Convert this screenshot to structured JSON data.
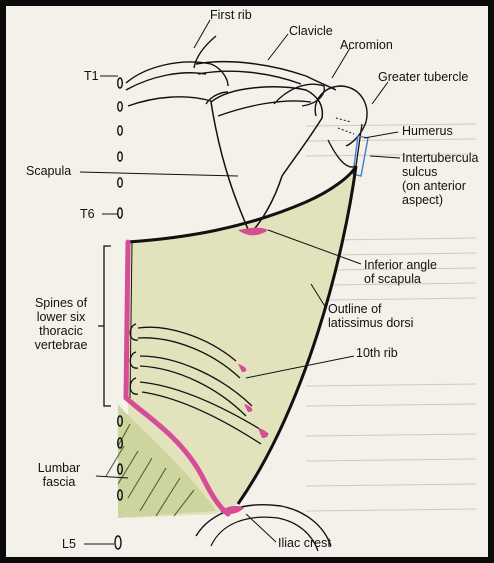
{
  "labels": {
    "first_rib": "First rib",
    "clavicle": "Clavicle",
    "acromion": "Acromion",
    "greater_tubercle": "Greater tubercle",
    "humerus": "Humerus",
    "intertubercular_sulcus": "Intertubercula\nsulcus\n(on anterior\naspect)",
    "t1": "T1",
    "scapula": "Scapula",
    "t6": "T6",
    "spines_lower_six": "Spines of\nlower six\nthoracic\nvertebrae",
    "inferior_angle": "Inferior angle\nof scapula",
    "outline_latissimus": "Outline of\nlatissimus dorsi",
    "tenth_rib": "10th rib",
    "lumbar_fascia": "Lumbar\nfascia",
    "l5": "L5",
    "iliac_crest": "Iliac crest"
  },
  "colors": {
    "muscle_fill": "#e2e3bd",
    "fascia_fill": "#cdd59e",
    "highlight": "#d64d95",
    "sulcus": "#3f7fc9",
    "line": "#111111"
  }
}
